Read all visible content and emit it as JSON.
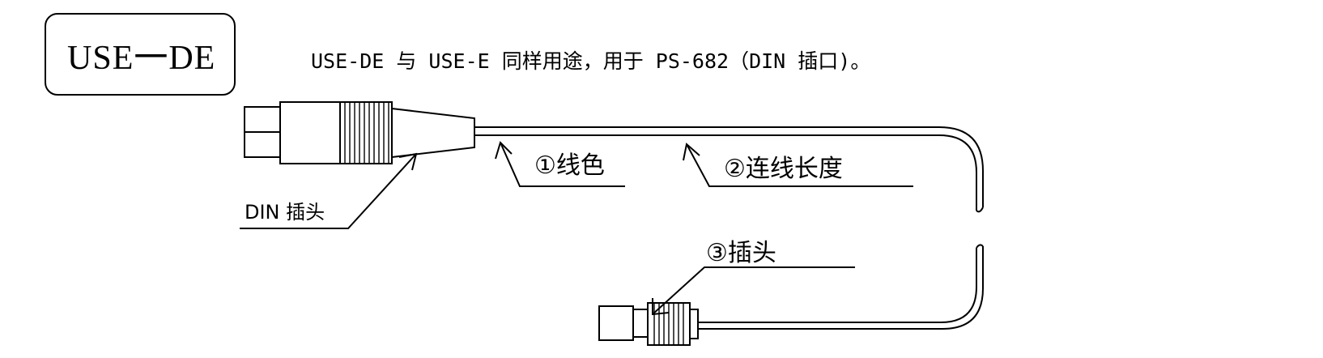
{
  "title": "USE一DE",
  "description": "USE-DE 与 USE-E 同样用途，用于 PS-682（DIN 插口)。",
  "labels": {
    "din_plug": "DIN 插头",
    "wire_color": "①线色",
    "wire_length": "②连线长度",
    "plug": "③插头"
  }
}
